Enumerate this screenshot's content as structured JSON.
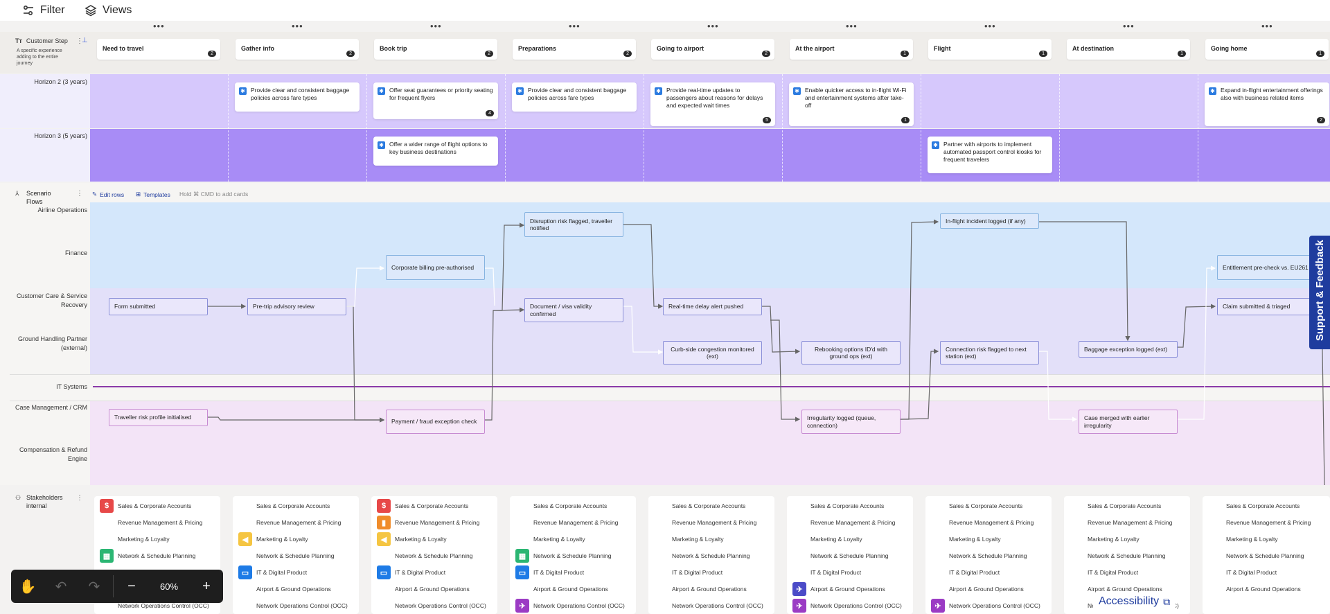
{
  "toolbar": {
    "filter_label": "Filter",
    "views_label": "Views"
  },
  "customer_step": {
    "title": "Customer Step",
    "description": "A specific experience adding to the entire journey",
    "steps": [
      {
        "label": "Need to travel",
        "count": "2"
      },
      {
        "label": "Gather info",
        "count": "2"
      },
      {
        "label": "Book trip",
        "count": "2"
      },
      {
        "label": "Preparations",
        "count": "2"
      },
      {
        "label": "Going to airport",
        "count": "2"
      },
      {
        "label": "At the airport",
        "count": "1"
      },
      {
        "label": "Flight",
        "count": "1"
      },
      {
        "label": "At destination",
        "count": "1"
      },
      {
        "label": "Going home",
        "count": "1"
      }
    ]
  },
  "horizons": {
    "h2_label": "Horizon 2 (3 years)",
    "h3_label": "Horizon 3 (5 years)",
    "cards": [
      {
        "text": "Provide clear and consistent baggage policies across fare types",
        "count": ""
      },
      {
        "text": "Offer seat guarantees or priority seating for frequent flyers",
        "count": "4"
      },
      {
        "text": "Provide clear and consistent baggage policies across fare types",
        "count": ""
      },
      {
        "text": "Provide real-time updates to passengers about reasons for delays and expected wait times",
        "count": "5"
      },
      {
        "text": "Enable quicker access to in-flight Wi-Fi and entertainment systems after take-off",
        "count": "1"
      },
      {
        "text": "Expand in-flight entertainment offerings also with business related items",
        "count": "2"
      },
      {
        "text": "Offer a wider range of flight options to key business destinations",
        "count": ""
      },
      {
        "text": "Partner with airports to implement automated passport control kiosks for frequent travelers",
        "count": ""
      }
    ]
  },
  "scenario": {
    "title": "Scenario Flows",
    "edit_rows": "Edit rows",
    "templates": "Templates",
    "hint": "Hold ⌘ CMD to add cards",
    "lanes": [
      "Airline Operations",
      "Finance",
      "Customer Care & Service Recovery",
      "Ground Handling Partner (external)",
      "IT Systems",
      "Case Management / CRM",
      "Compensation & Refund Engine"
    ],
    "boxes": [
      "Form submitted",
      "Pre-trip advisory review",
      "Corporate billing pre-authorised",
      "Disruption risk flagged, traveller notified",
      "Document / visa validity confirmed",
      "Real-time delay alert pushed",
      "Curb-side congestion monitored (ext)",
      "Rebooking options ID'd with ground ops (ext)",
      "In-flight incident logged (if any)",
      "Connection risk flagged to next station (ext)",
      "Baggage exception logged (ext)",
      "Entitlement pre-check vs. EU261",
      "Claim submitted & triaged",
      "Traveller risk profile initialised",
      "Payment / fraud exception check",
      "Irregularity logged (queue, connection)",
      "Case merged with earlier irregularity"
    ]
  },
  "stakeholders": {
    "title": "Stakeholders internal",
    "items": [
      "Sales & Corporate Accounts",
      "Revenue Management & Pricing",
      "Marketing & Loyalty",
      "Network & Schedule Planning",
      "IT & Digital Product",
      "Airport & Ground Operations",
      "Network Operations Control (OCC)"
    ]
  },
  "controls": {
    "zoom": "60%"
  },
  "support_label": "Support & Feedback",
  "accessibility_label": "Accessibility",
  "colors": {
    "horizon2": "#d6c8fc",
    "horizon3": "#a88cf6",
    "lane_blue": "#d4e7fb",
    "lane_violet": "#e3e0f9",
    "lane_pink": "#f3e4f7",
    "it_line": "#8a3aa8",
    "accent_blue": "#1f3c9e"
  }
}
